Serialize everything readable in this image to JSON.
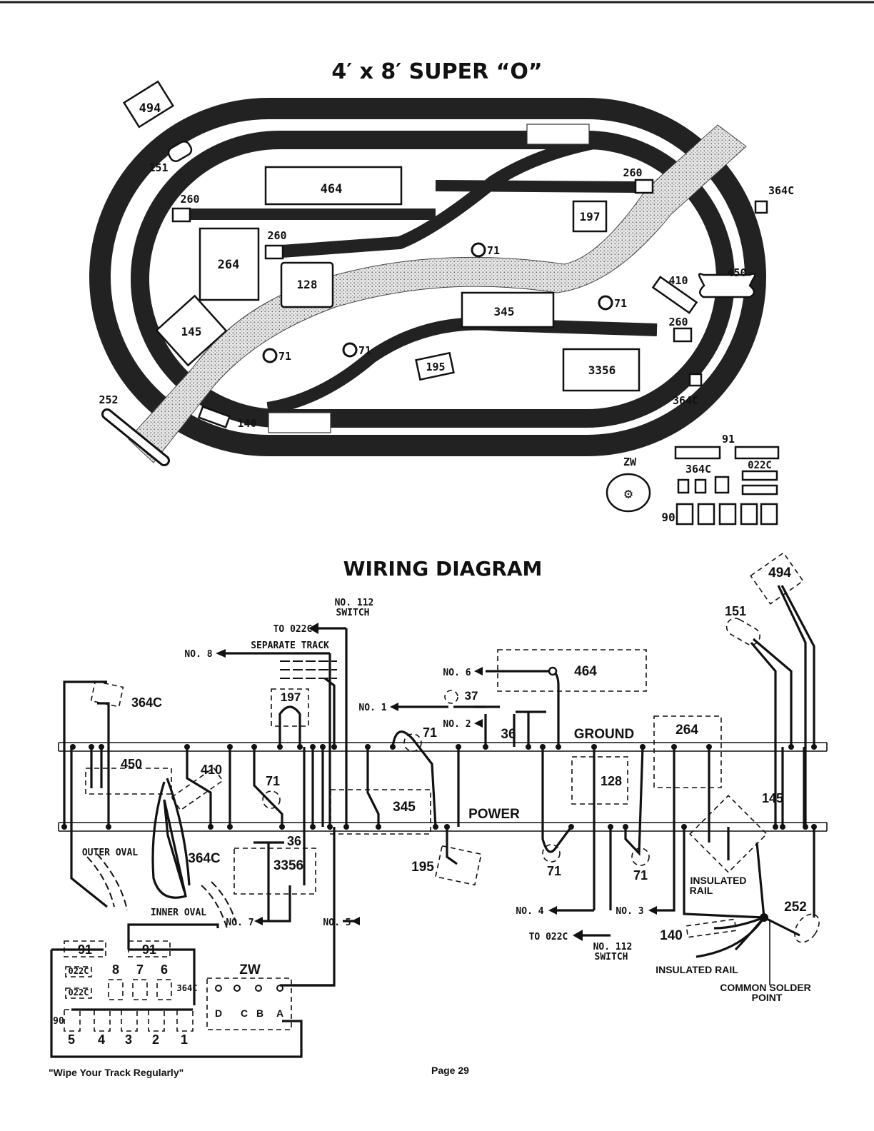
{
  "layout": {
    "title": "4′ x 8′ SUPER “O”",
    "labels": {
      "l494": "494",
      "l464": "464",
      "l197": "197",
      "l264": "264",
      "l128": "128",
      "l145": "145",
      "l345": "345",
      "l195": "195",
      "l3356": "3356",
      "l140": "140",
      "l151": "151",
      "l252": "252",
      "l260a": "260",
      "l260b": "260",
      "l260c": "260",
      "l260d": "260",
      "l364a": "364C",
      "l364b": "364C",
      "l410": "410",
      "l450": "450",
      "l71a": "71",
      "l71b": "71",
      "l71c": "71",
      "l71d": "71",
      "l91": "91",
      "lzw": "ZW",
      "l364c": "364C",
      "l022c": "022C",
      "l90": "90"
    }
  },
  "wiring": {
    "title": "WIRING  DIAGRAM",
    "labels": {
      "ground": "GROUND",
      "power": "POWER",
      "no112a": "NO. 112",
      "switcha": "SWITCH",
      "to022ca": "TO 022C",
      "septrack": "SEPARATE TRACK",
      "no8": "NO. 8",
      "no6": "NO. 6",
      "no1": "NO. 1",
      "no2": "NO. 2",
      "w464": "464",
      "w37": "37",
      "w36a": "36",
      "w36b": "36",
      "w197": "197",
      "w364a": "364C",
      "w450": "450",
      "w410": "410",
      "w71a": "71",
      "w71b": "71",
      "w71c": "71",
      "w71d": "71",
      "w345": "345",
      "w195": "195",
      "w3356": "3356",
      "w128": "128",
      "w264": "264",
      "w145": "145",
      "w494": "494",
      "w151": "151",
      "w252": "252",
      "w140": "140",
      "w364b": "364C",
      "outer": "OUTER  OVAL",
      "inner": "INNER  OVAL",
      "no7": "NO. 7",
      "no5": "NO. 5",
      "no4": "NO. 4",
      "no3": "NO. 3",
      "to022cb": "TO 022C",
      "no112b": "NO. 112",
      "switchb": "SWITCH",
      "ins1a": "INSULATED",
      "ins1b": "RAIL",
      "ins2": "INSULATED RAIL",
      "common1": "COMMON  SOLDER",
      "common2": "POINT",
      "p91a": "91",
      "p91b": "91",
      "pzw": "ZW",
      "c022a": "022C",
      "c022b": "022C",
      "c364": "364C",
      "c90": "90",
      "n8": "8",
      "n7": "7",
      "n6": "6",
      "n5": "5",
      "n4": "4",
      "n3": "3",
      "n2": "2",
      "n1": "1",
      "tD": "D",
      "tC": "C",
      "tB": "B",
      "tA": "A"
    }
  },
  "footer": {
    "slogan": "\"Wipe Your Track Regularly\"",
    "page": "Page 29"
  }
}
